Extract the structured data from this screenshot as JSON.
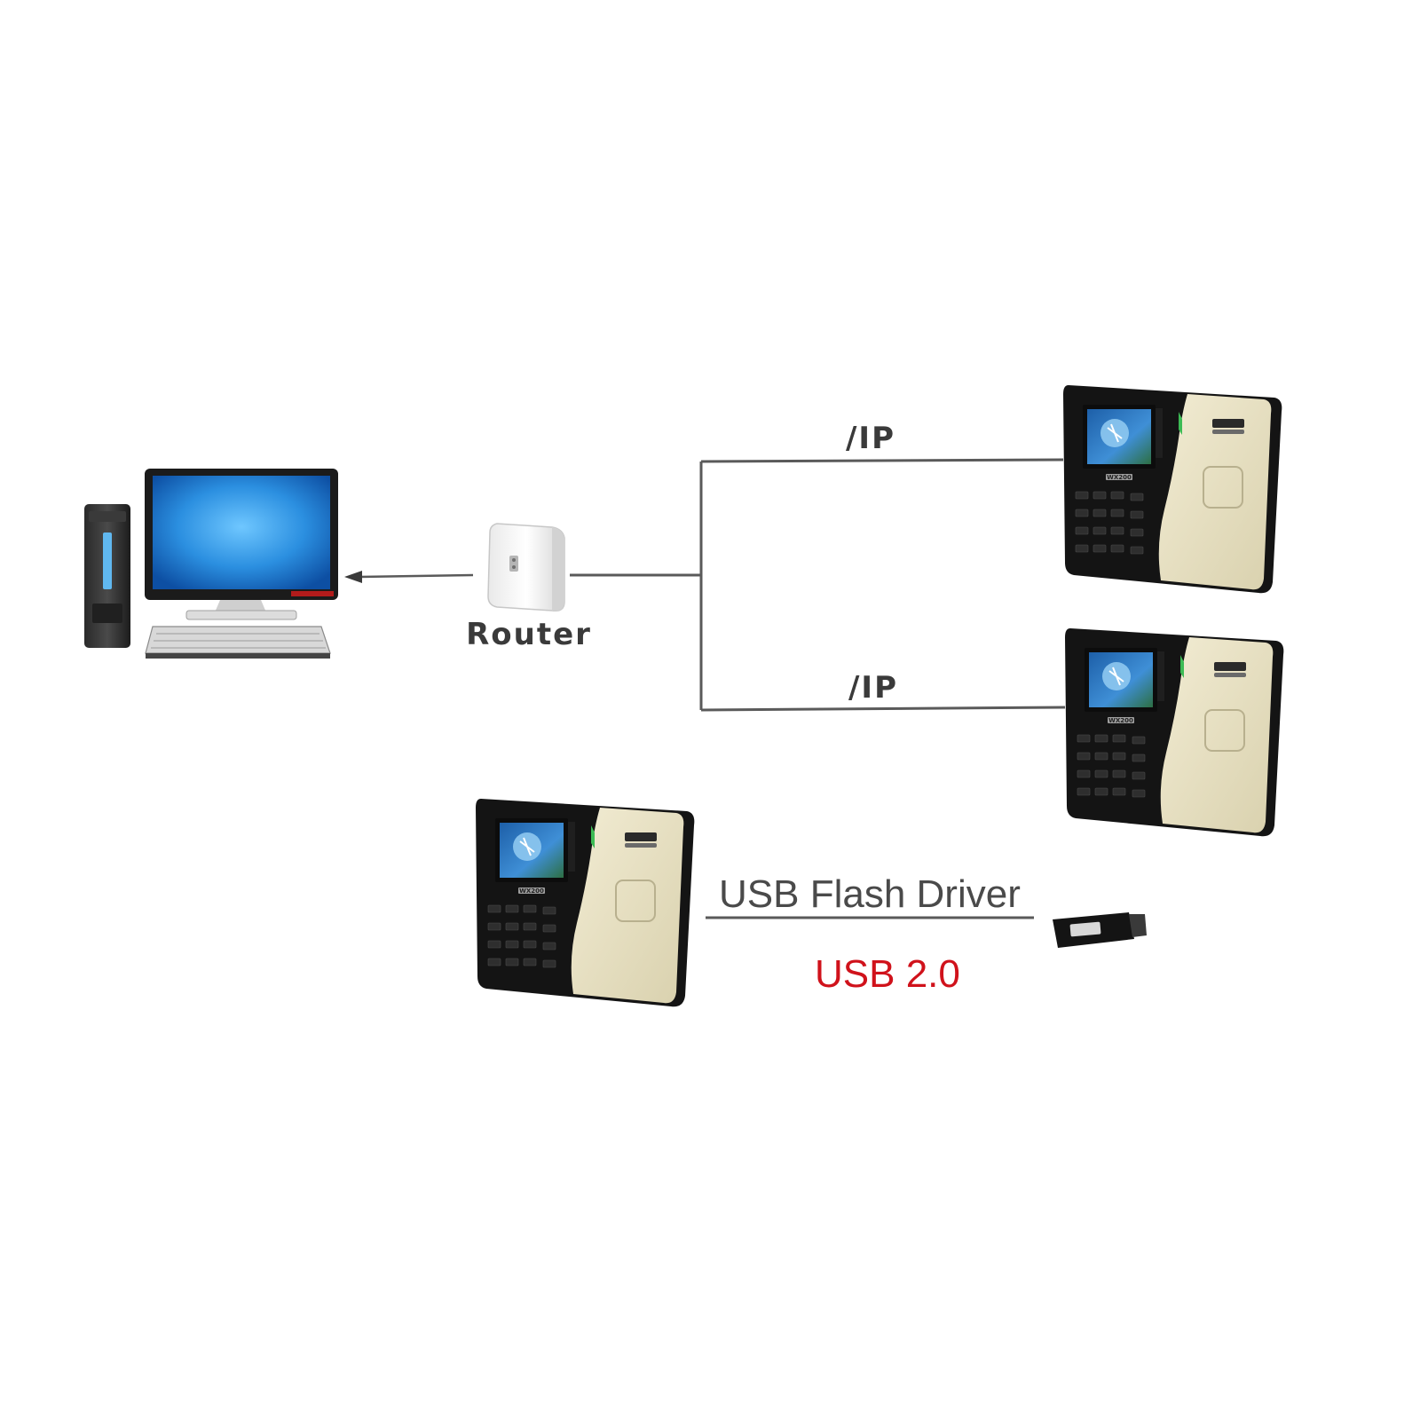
{
  "router": {
    "label": "Router"
  },
  "links": {
    "top_ip": "/IP",
    "bottom_ip": "/IP",
    "usb_flash": "USB Flash Driver",
    "usb_version": "USB 2.0"
  },
  "device_model": "WX200",
  "colors": {
    "line": "#5a5a5a",
    "usb_version": "#d0121b",
    "label_text": "#3a3a3a",
    "device_body_dark": "#1a1a1a",
    "device_panel_cream": "#e8e2c6",
    "monitor_screen": "#2b8fe0"
  },
  "icons": {
    "computer": "desktop-computer-icon",
    "router": "router-icon",
    "terminal": "time-attendance-terminal-icon",
    "usb": "usb-flash-drive-icon",
    "arrow": "arrow-left-icon"
  }
}
